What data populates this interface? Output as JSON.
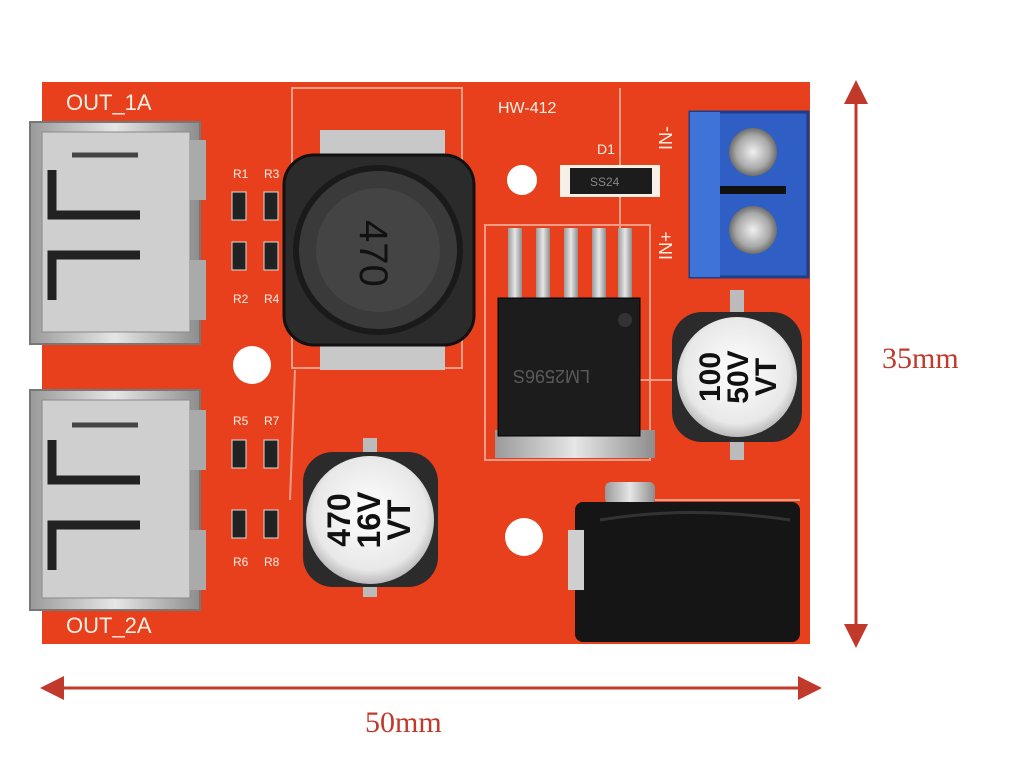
{
  "board": {
    "model_label": "HW-412",
    "out1_label": "OUT_1A",
    "out2_label": "OUT_2A",
    "in_minus_label": "IN-",
    "in_plus_label": "IN+",
    "diode_ref": "D1",
    "diode_marking": "SS24",
    "inductor_marking": "470",
    "regulator_marking": "LM2596S",
    "resistor_refs": [
      "R1",
      "R2",
      "R3",
      "R4",
      "R5",
      "R6",
      "R7",
      "R8"
    ],
    "cap_large": {
      "line1": "470",
      "line2": "16V",
      "line3": "VT"
    },
    "cap_small": {
      "line1": "100",
      "line2": "50V",
      "line3": "VT"
    }
  },
  "dimensions": {
    "height_label": "35mm",
    "width_label": "50mm",
    "arrow_color": "#c0392b"
  },
  "colors": {
    "pcb": "#e8401c",
    "silkscreen": "#f6f0e6",
    "terminal_blue": "#2f5fc4"
  }
}
